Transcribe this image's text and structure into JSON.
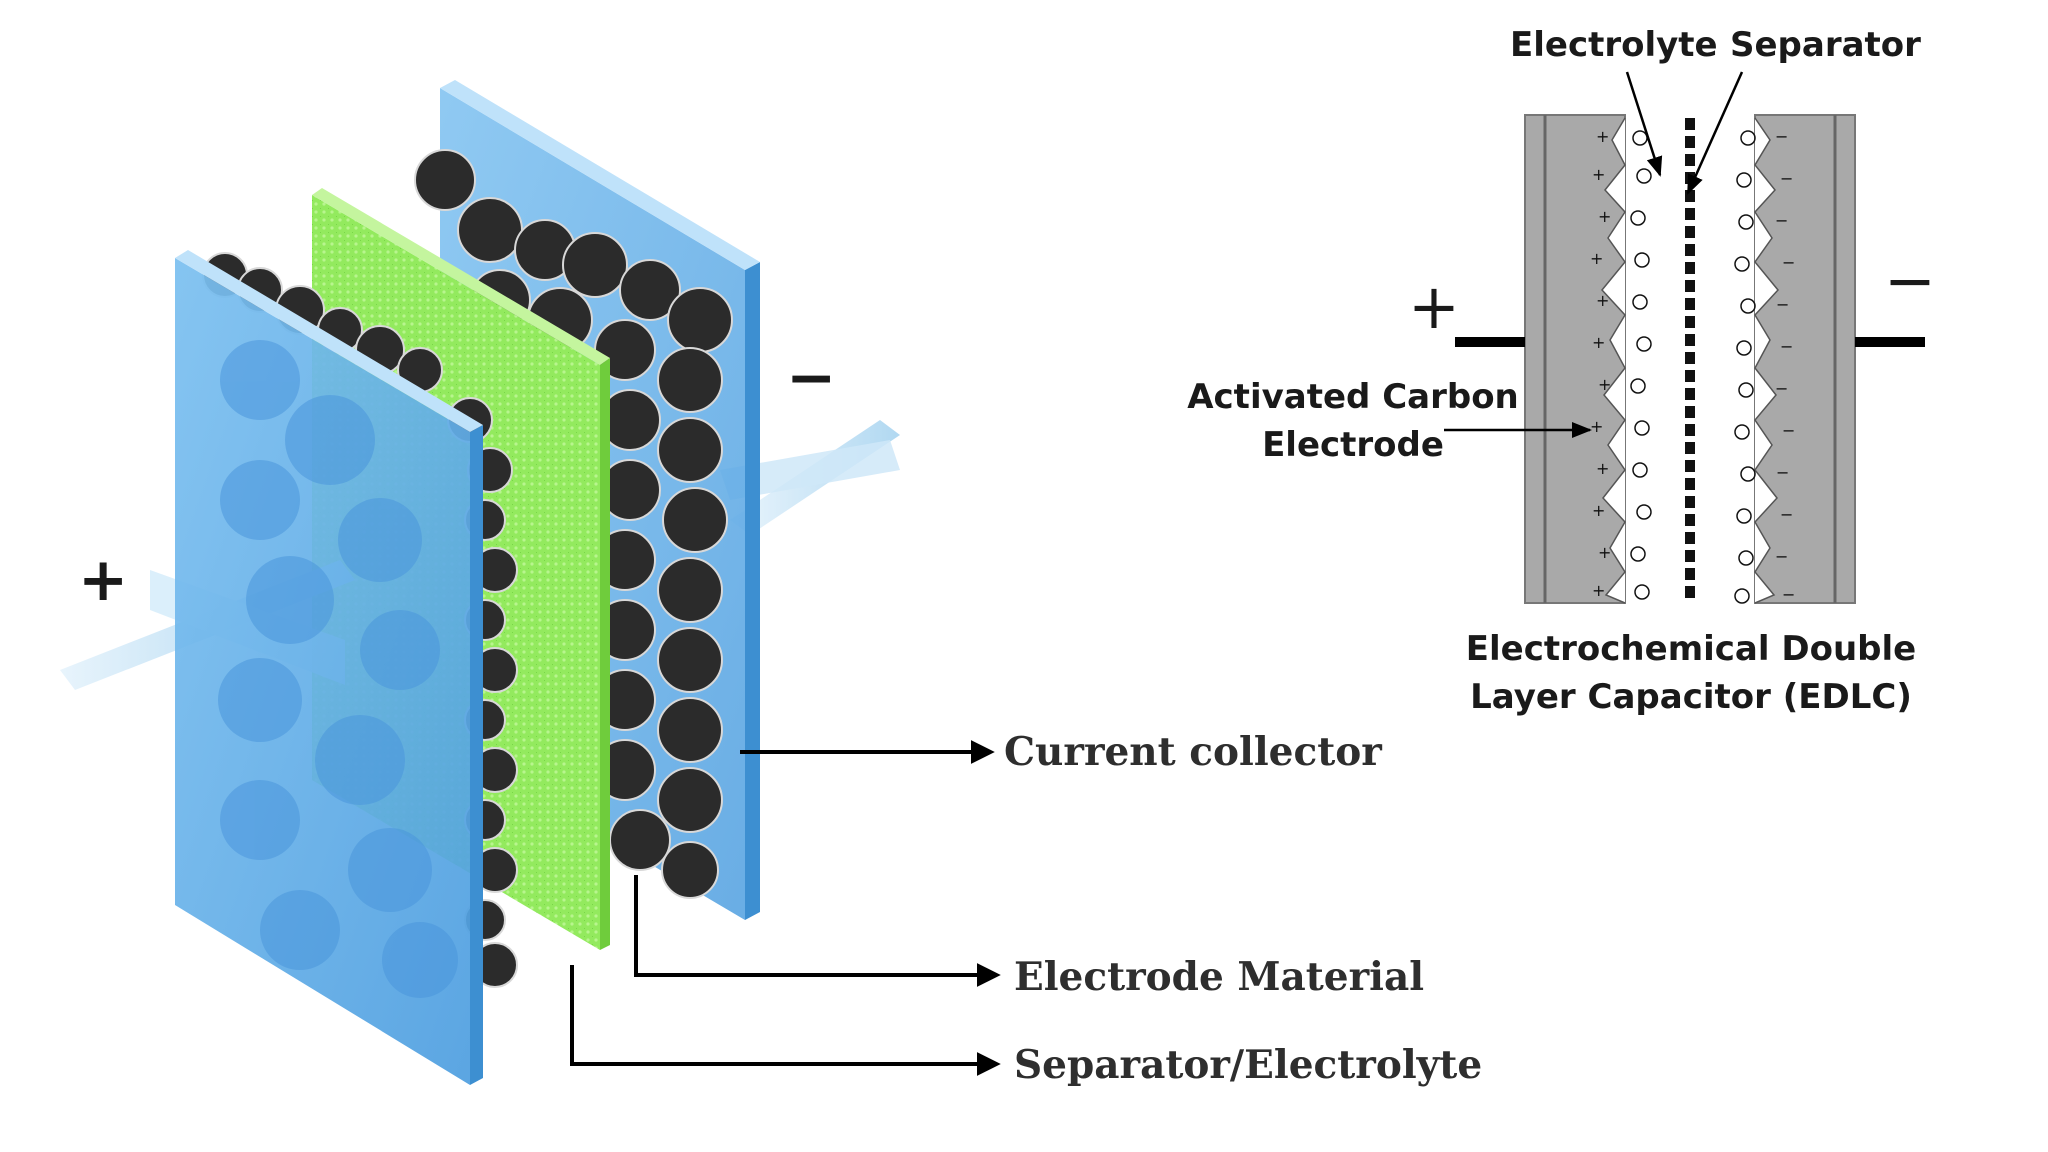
{
  "left_figure": {
    "plus_sign": "+",
    "minus_sign": "−",
    "labels": {
      "current_collector": "Current collector",
      "electrode_material": "Electrode Material",
      "separator_electrolyte": "Separator/Electrolyte"
    }
  },
  "right_figure": {
    "labels": {
      "electrolyte": "Electrolyte",
      "separator": "Separator",
      "activated_carbon_line1": "Activated Carbon",
      "activated_carbon_line2": "Electrode",
      "caption_line1": "Electrochemical Double",
      "caption_line2": "Layer Capacitor (EDLC)"
    },
    "plus_sign": "+",
    "minus_sign": "−",
    "ion_plus": "+",
    "ion_minus": "−"
  },
  "colors": {
    "collector_blue": "#5aa9e6",
    "collector_edge": "#3d8fd1",
    "separator_green": "#8ee85a",
    "carbon_black": "#2b2b2b",
    "edlc_gray": "#a9a9a9"
  }
}
